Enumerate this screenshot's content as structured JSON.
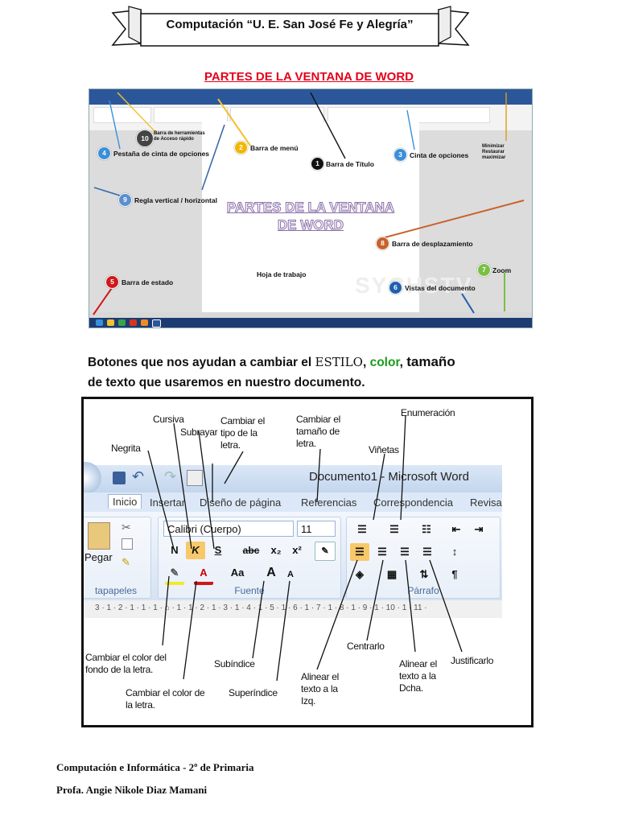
{
  "header": {
    "banner_title": "Computación “U. E. San José Fe y Alegría”"
  },
  "section_title": "PARTES DE LA VENTANA DE WORD",
  "window_parts": {
    "doc_heading": "PARTES DE LA VENTANA DE WORD",
    "hoja": "Hoja de trabajo",
    "watermark": "SYCHSTV",
    "items": [
      {
        "num": "1",
        "label": "Barra de Título",
        "color": "#111111"
      },
      {
        "num": "2",
        "label": "Barra de menú",
        "color": "#f2b600"
      },
      {
        "num": "3",
        "label": "Cinta de opciones",
        "color": "#3a8fd8"
      },
      {
        "num": "4",
        "label": "Pestaña de cinta de opciones",
        "color": "#3a8fd8"
      },
      {
        "num": "5",
        "label": "Barra de estado",
        "color": "#d01818"
      },
      {
        "num": "6",
        "label": "Vistas del documento",
        "color": "#1f5fb0"
      },
      {
        "num": "7",
        "label": "Zoom",
        "color": "#79c043"
      },
      {
        "num": "8",
        "label": "Barra de desplazamiento",
        "color": "#c8612a"
      },
      {
        "num": "9",
        "label": "Regla vertical / horizontal",
        "color": "#5a8fd0"
      },
      {
        "num": "10",
        "label": "Barra de herramientas de Acceso rápido",
        "color": "#444444"
      }
    ],
    "min_label": "Minimizar Restaurar maximizar"
  },
  "paragraph": {
    "p1": "Botones que nos ayudan a cambiar el ",
    "estilo": "ESTILO",
    "comma1": ", ",
    "color": "color",
    "comma2": ", ",
    "tamano": "tamaño",
    "line2": "de texto que usaremos en nuestro documento."
  },
  "word_ui": {
    "doc_title": "Documento1 - Microsoft Word",
    "tabs": [
      "Inicio",
      "Insertar",
      "Diseño de página",
      "Referencias",
      "Correspondencia",
      "Revisa"
    ],
    "font_name": "Calibri (Cuerpo)",
    "font_size": "11",
    "paste": "Pegar",
    "group_clipboard": "tapapeles",
    "group_font": "Fuente",
    "group_paragraph": "Párrafo",
    "btn_bold": "N",
    "btn_italic": "K",
    "btn_underline": "S",
    "btn_strike": "abc",
    "btn_sub": "x₂",
    "btn_sup": "x²",
    "btn_case": "Aa",
    "ruler_text": "3 · 1 · 2 · 1 · 1 · 1 · ⌂ · 1 · 1 · 2 · 1 · 3 · 1 · 4 · 1 · 5 · 1 · 6 · 1 · 7 · 1 · 8 · 1 · 9 · 1 · 10 · 1 · 11 ·"
  },
  "annotations": {
    "cursiva": "Cursiva",
    "cambiar_tipo": "Cambiar el tipo de la letra.",
    "cambiar_tamano": "Cambiar el tamaño de letra.",
    "enumeracion": "Enumeración",
    "subrayar": "Subrayar",
    "negrita": "Negrita",
    "vinetas": "Viñetas",
    "cambiar_fondo": "Cambiar el color del fondo de la letra.",
    "subindice": "Subíndice",
    "alinear_izq": "Alinear el texto a la Izq.",
    "centrarlo": "Centrarlo",
    "alinear_dcha": "Alinear el texto a la Dcha.",
    "justificarlo": "Justificarlo",
    "cambiar_color": "Cambiar el color de la letra.",
    "superindice": "Superíndice"
  },
  "footer": {
    "line1": "Computación e Informática  - 2º de Primaria",
    "line2": "Profa. Angie Nikole Diaz Mamani"
  }
}
